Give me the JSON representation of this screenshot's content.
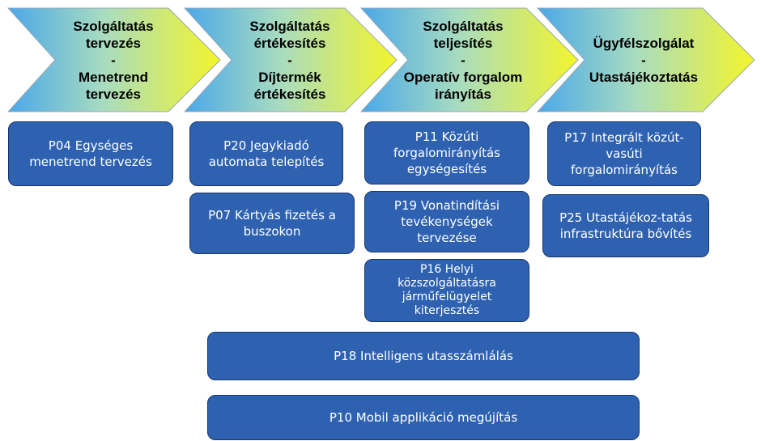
{
  "stages": [
    {
      "lines": [
        "Szolgáltatás",
        "tervezés",
        "-",
        "Menetrend",
        "tervezés"
      ]
    },
    {
      "lines": [
        "Szolgáltatás",
        "értékesítés",
        "-",
        "Díjtermék",
        "értékesítés"
      ]
    },
    {
      "lines": [
        "Szolgáltatás",
        "teljesítés",
        "-",
        "Operatív forgalom",
        "irányítás"
      ]
    },
    {
      "lines": [
        "Ügyfélszolgálat",
        "-",
        "Utastájékoztatás"
      ]
    }
  ],
  "projects": {
    "p04": "P04 Egységes menetrend tervezés",
    "p20": "P20 Jegykiadó automata telepítés",
    "p07": "P07 Kártyás fizetés a buszokon",
    "p11": "P11 Közúti forgalomirányítás egységesítés",
    "p19": "P19 Vonatindítási tevékenységek tervezése",
    "p16": "P16 Helyi közszolgáltatásra járműfelügyelet kiterjesztés",
    "p17": "P17 Integrált közút-vasúti forgalomirányítás",
    "p25": "P25 Utastájékoz-tatás infrastruktúra bővítés",
    "p18": "P18 Intelligens utasszámlálás",
    "p10": "P10 Mobil applikáció megújítás"
  },
  "colors": {
    "chevron_gradient_start": "#4aa8e8",
    "chevron_gradient_end": "#f4f52a",
    "box_fill": "#2e62b0",
    "box_border": "#17366f"
  }
}
